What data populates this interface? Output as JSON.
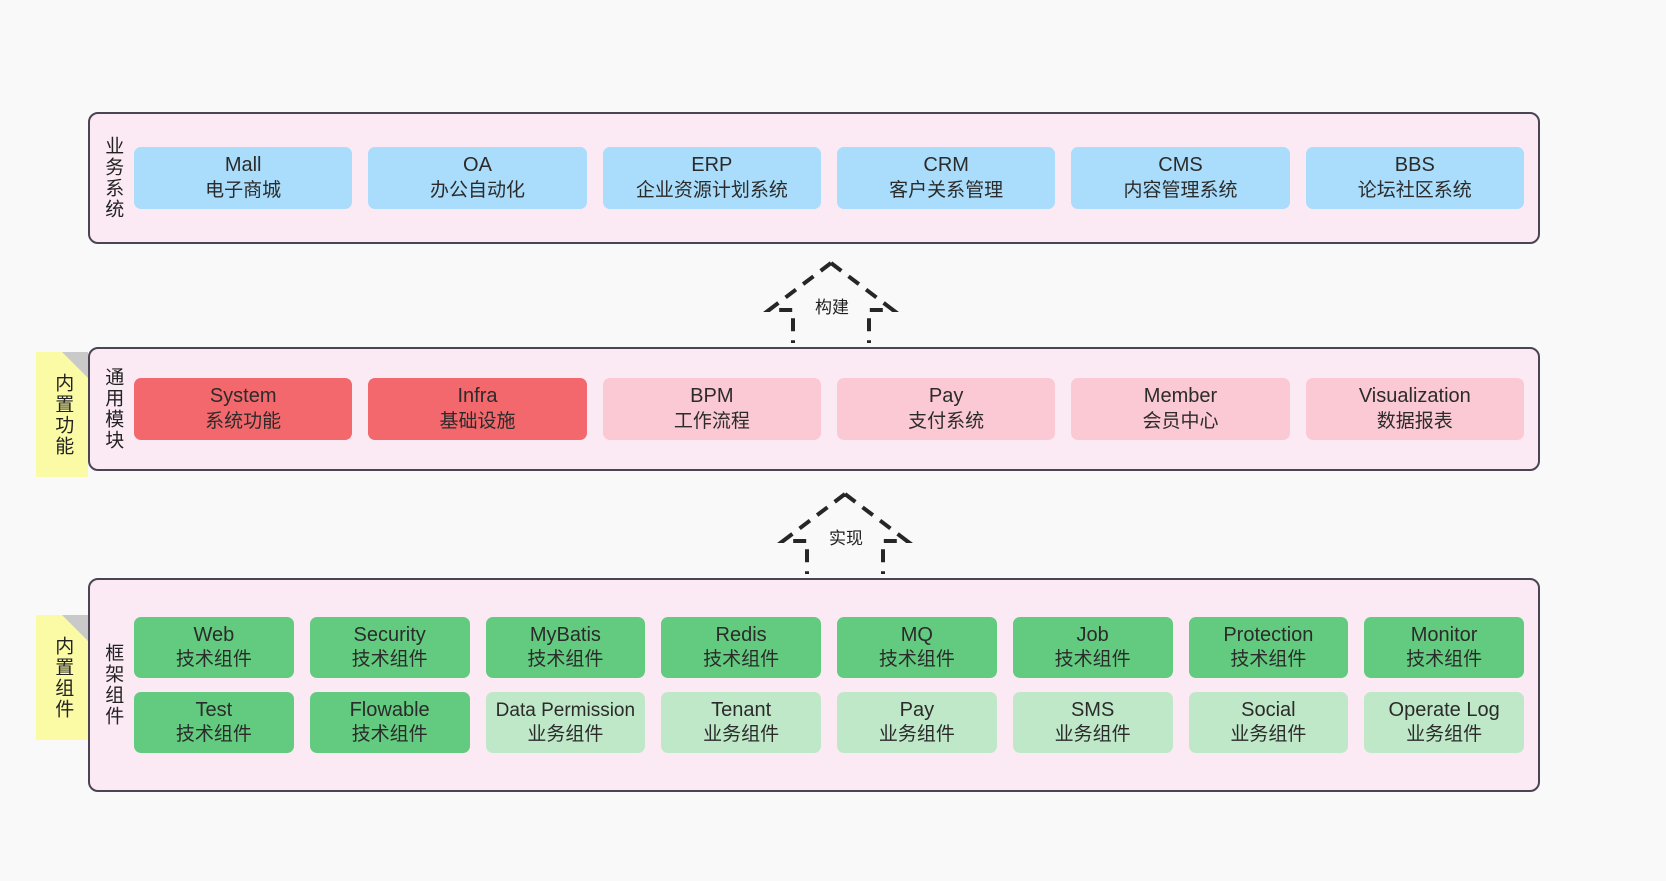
{
  "layers": [
    {
      "id": "business",
      "title": "业务系统",
      "accent": "#aaddfb",
      "rows": [
        [
          {
            "en": "Mall",
            "cn": "电子商城"
          },
          {
            "en": "OA",
            "cn": "办公自动化"
          },
          {
            "en": "ERP",
            "cn": "企业资源计划系统"
          },
          {
            "en": "CRM",
            "cn": "客户关系管理"
          },
          {
            "en": "CMS",
            "cn": "内容管理系统"
          },
          {
            "en": "BBS",
            "cn": "论坛社区系统"
          }
        ]
      ]
    },
    {
      "id": "common",
      "title": "通用模块",
      "accent": "#f2686c",
      "rows": [
        [
          {
            "en": "System",
            "cn": "系统功能",
            "style": "c-red"
          },
          {
            "en": "Infra",
            "cn": "基础设施",
            "style": "c-red"
          },
          {
            "en": "BPM",
            "cn": "工作流程",
            "style": "c-pink"
          },
          {
            "en": "Pay",
            "cn": "支付系统",
            "style": "c-pink"
          },
          {
            "en": "Member",
            "cn": "会员中心",
            "style": "c-pink"
          },
          {
            "en": "Visualization",
            "cn": "数据报表",
            "style": "c-pink"
          }
        ]
      ]
    },
    {
      "id": "framework",
      "title": "框架组件",
      "accent": "#63cb7f",
      "rows": [
        [
          {
            "en": "Web",
            "cn": "技术组件",
            "style": "c-green"
          },
          {
            "en": "Security",
            "cn": "技术组件",
            "style": "c-green"
          },
          {
            "en": "MyBatis",
            "cn": "技术组件",
            "style": "c-green"
          },
          {
            "en": "Redis",
            "cn": "技术组件",
            "style": "c-green"
          },
          {
            "en": "MQ",
            "cn": "技术组件",
            "style": "c-green"
          },
          {
            "en": "Job",
            "cn": "技术组件",
            "style": "c-green"
          },
          {
            "en": "Protection",
            "cn": "技术组件",
            "style": "c-green"
          },
          {
            "en": "Monitor",
            "cn": "技术组件",
            "style": "c-green"
          }
        ],
        [
          {
            "en": "Test",
            "cn": "技术组件",
            "style": "c-green"
          },
          {
            "en": "Flowable",
            "cn": "技术组件",
            "style": "c-green"
          },
          {
            "en": "Data Permission",
            "cn": "业务组件",
            "style": "c-lightgreen"
          },
          {
            "en": "Tenant",
            "cn": "业务组件",
            "style": "c-lightgreen"
          },
          {
            "en": "Pay",
            "cn": "业务组件",
            "style": "c-lightgreen"
          },
          {
            "en": "SMS",
            "cn": "业务组件",
            "style": "c-lightgreen"
          },
          {
            "en": "Social",
            "cn": "业务组件",
            "style": "c-lightgreen"
          },
          {
            "en": "Operate Log",
            "cn": "业务组件",
            "style": "c-lightgreen"
          }
        ]
      ]
    }
  ],
  "notes": [
    {
      "id": "builtin-features",
      "text": "内置功能"
    },
    {
      "id": "builtin-components",
      "text": "内置组件"
    }
  ],
  "arrows": [
    {
      "id": "build",
      "label": "构建"
    },
    {
      "id": "implement",
      "label": "实现"
    }
  ],
  "colors": {
    "panel_bg": "#fbeaf4",
    "panel_border": "#4a4453",
    "note_bg": "#fbfaa5",
    "canvas_bg": "#f9f9f9",
    "blue": "#aaddfb",
    "red": "#f2686c",
    "pink": "#fbc9d3",
    "green": "#63cb7f",
    "light_green": "#bfe8c8"
  }
}
